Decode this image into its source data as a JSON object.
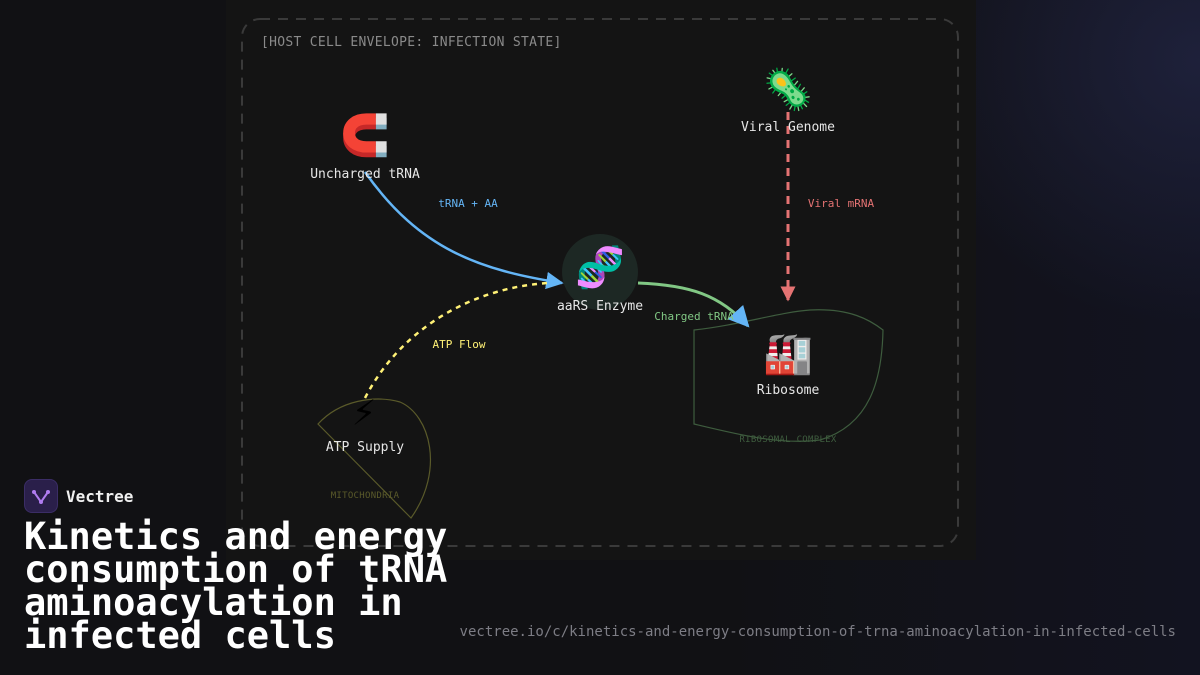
{
  "diagram": {
    "envelope_label": "[HOST CELL ENVELOPE: INFECTION STATE]",
    "nodes": {
      "uncharged_trna": {
        "icon": "magnet-icon",
        "glyph": "🧲",
        "label": "Uncharged tRNA"
      },
      "viral_genome": {
        "icon": "microbe-icon",
        "glyph": "🦠",
        "label": "Viral Genome"
      },
      "aars_enzyme": {
        "icon": "dna-icon",
        "glyph": "🧬",
        "label": "aaRS Enzyme"
      },
      "ribosome": {
        "icon": "factory-icon",
        "glyph": "🏭",
        "label": "Ribosome"
      },
      "atp_supply": {
        "icon": "lightning-icon",
        "glyph": "⚡",
        "label": "ATP Supply"
      }
    },
    "edges": {
      "trna_aa": {
        "label": "tRNA + AA",
        "color": "#64b5f6"
      },
      "viral_mrna": {
        "label": "Viral mRNA",
        "color": "#e57373"
      },
      "charged_trna": {
        "label": "Charged tRNA",
        "color": "#81c784"
      },
      "atp_flow": {
        "label": "ATP Flow",
        "color": "#fff176"
      }
    },
    "regions": {
      "mitochondria": {
        "label": "MITOCHONDRIA",
        "color": "#5a5a2a"
      },
      "ribosomal_complex": {
        "label": "RIBOSOMAL COMPLEX",
        "color": "#3e5c3e"
      }
    }
  },
  "brand": {
    "name": "Vectree"
  },
  "title": "Kinetics and energy consumption of tRNA aminoacylation in infected cells",
  "url": "vectree.io/c/kinetics-and-energy-consumption-of-trna-aminoacylation-in-infected-cells"
}
